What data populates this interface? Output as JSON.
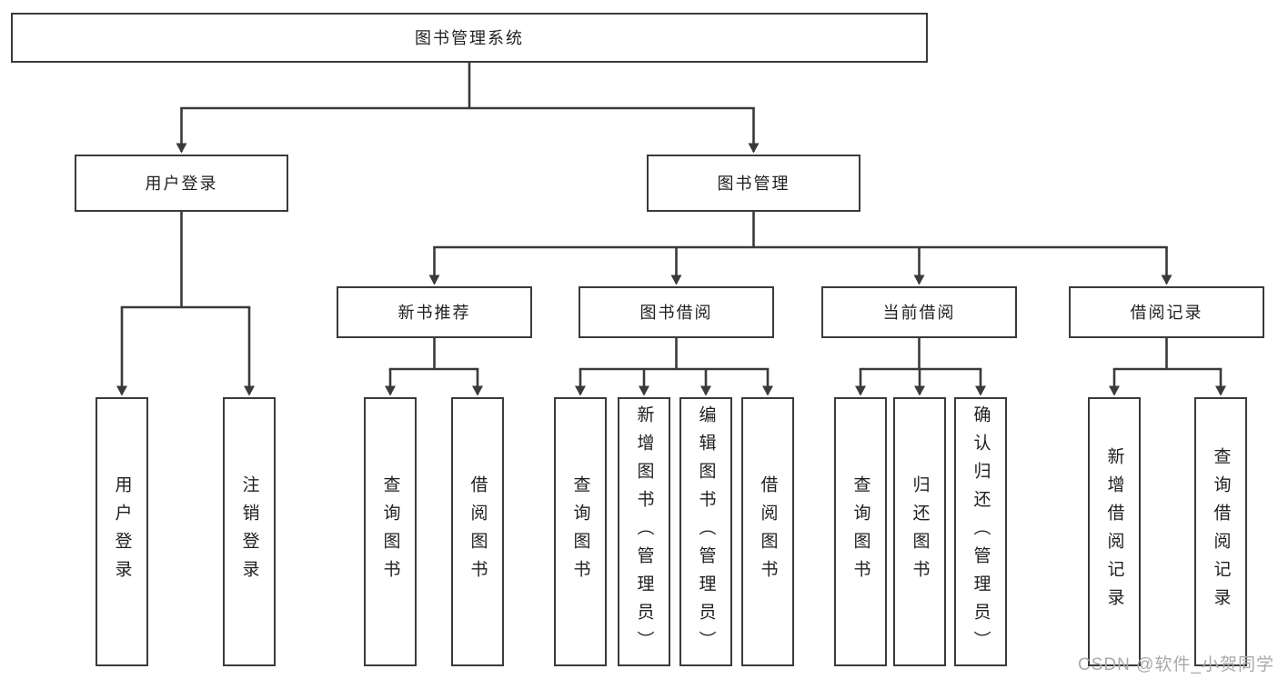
{
  "diagram": {
    "root": "图书管理系统",
    "level2": {
      "user_login": "用户登录",
      "book_management": "图书管理"
    },
    "level3": {
      "new_book_recommend": "新书推荐",
      "book_borrow": "图书借阅",
      "current_borrow": "当前借阅",
      "borrow_records": "借阅记录"
    },
    "level4": {
      "a": [
        "用户登录",
        "注销登录"
      ],
      "b": [
        "查询图书",
        "借阅图书"
      ],
      "c": [
        "查询图书",
        "新增图书（管理员）",
        "编辑图书（管理员）",
        "借阅图书"
      ],
      "d": [
        "查询图书",
        "归还图书",
        "确认归还（管理员）"
      ],
      "e": [
        "新增借阅记录",
        "查询借阅记录"
      ]
    }
  },
  "watermark": "CSDN @软件_小贺同学",
  "colors": {
    "line": "#3a3a3a",
    "text": "#1f1f1f",
    "watermark": "#a9a9a9",
    "background": "#ffffff"
  }
}
